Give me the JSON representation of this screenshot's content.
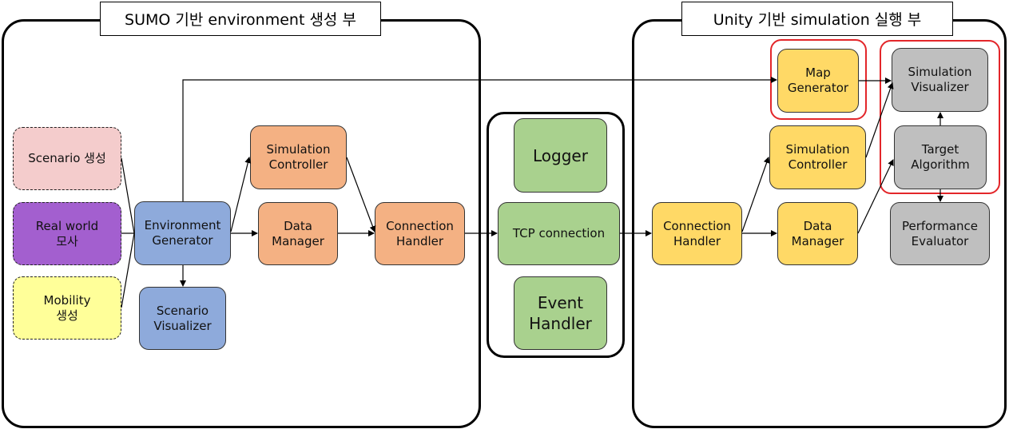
{
  "panels": {
    "left_title": "SUMO 기반 environment 생성 부",
    "right_title": "Unity 기반 simulation 실행 부"
  },
  "colors": {
    "pink": "#f4cccc",
    "purple": "#a35fcf",
    "light_yellow": "#ffff99",
    "blue": "#8eaadb",
    "orange": "#f4b183",
    "green": "#a9d18e",
    "yellow": "#ffd966",
    "gray": "#bfbfbf",
    "highlight": "#e3262a"
  },
  "left": {
    "scenario_gen": "Scenario 생성",
    "real_world": "Real world\n모사",
    "mobility_gen": "Mobility\n생성",
    "env_generator": "Environment\nGenerator",
    "scenario_visualizer": "Scenario\nVisualizer",
    "sim_controller": "Simulation\nController",
    "data_manager": "Data\nManager",
    "connection_handler": "Connection\nHandler"
  },
  "middle": {
    "logger": "Logger",
    "tcp": "TCP connection",
    "event_handler": "Event\nHandler"
  },
  "right": {
    "connection_handler": "Connection\nHandler",
    "map_generator": "Map\nGenerator",
    "sim_controller": "Simulation\nController",
    "data_manager": "Data\nManager",
    "sim_visualizer": "Simulation\nVisualizer",
    "target_algorithm": "Target\nAlgorithm",
    "performance_evaluator": "Performance\nEvaluator"
  }
}
